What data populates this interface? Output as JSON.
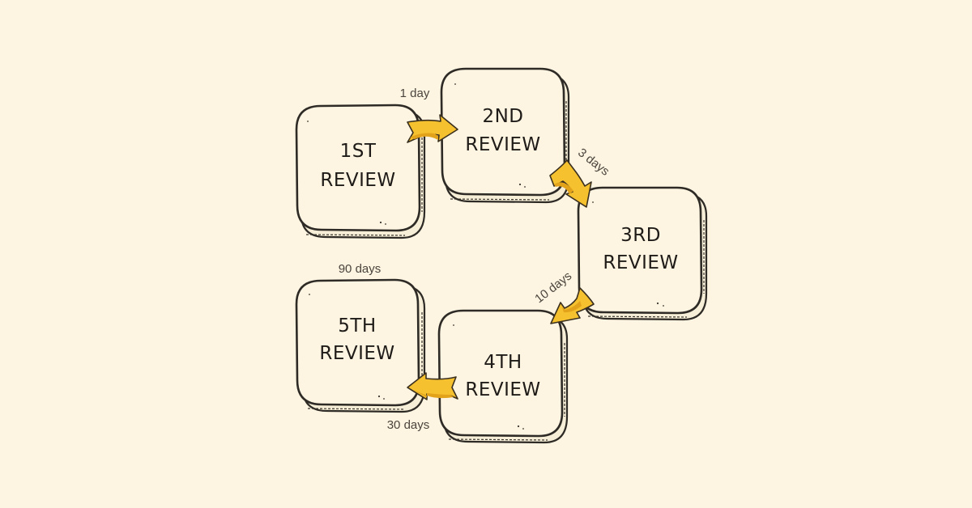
{
  "boxes": [
    {
      "id": "review-1",
      "line1": "1ST",
      "line2": "REVIEW"
    },
    {
      "id": "review-2",
      "line1": "2ND",
      "line2": "REVIEW"
    },
    {
      "id": "review-3",
      "line1": "3RD",
      "line2": "REVIEW"
    },
    {
      "id": "review-4",
      "line1": "4TH",
      "line2": "REVIEW"
    },
    {
      "id": "review-5",
      "line1": "5TH",
      "line2": "REVIEW"
    }
  ],
  "intervals": [
    {
      "from": "review-1",
      "to": "review-2",
      "label": "1 day"
    },
    {
      "from": "review-2",
      "to": "review-3",
      "label": "3 days"
    },
    {
      "from": "review-3",
      "to": "review-4",
      "label": "10 days"
    },
    {
      "from": "review-4",
      "to": "review-5",
      "label": "30 days"
    },
    {
      "from": "review-5",
      "to": "",
      "label": "90 days"
    }
  ],
  "colors": {
    "background": "#fdf5e1",
    "arrow": "#f5c12e",
    "outline": "#2e2a26"
  }
}
